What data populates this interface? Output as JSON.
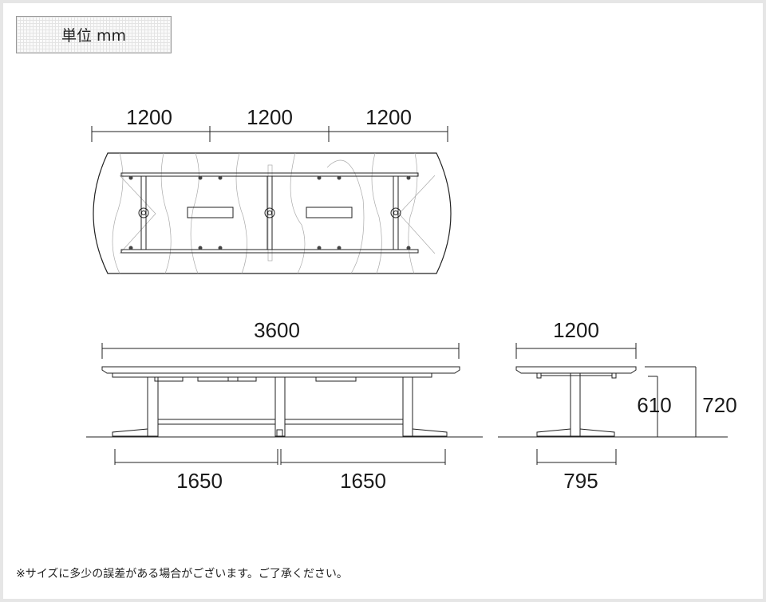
{
  "unit_label": "単位 mm",
  "top_view": {
    "widths": [
      "1200",
      "1200",
      "1200"
    ]
  },
  "front_view": {
    "total_length": "3600",
    "leg_spans": [
      "1650",
      "1650"
    ]
  },
  "side_view": {
    "depth": "1200",
    "base_width": "795",
    "apron_height": "610",
    "total_height": "720"
  },
  "note": "※サイズに多少の誤差がある場合がございます。ご了承ください。"
}
